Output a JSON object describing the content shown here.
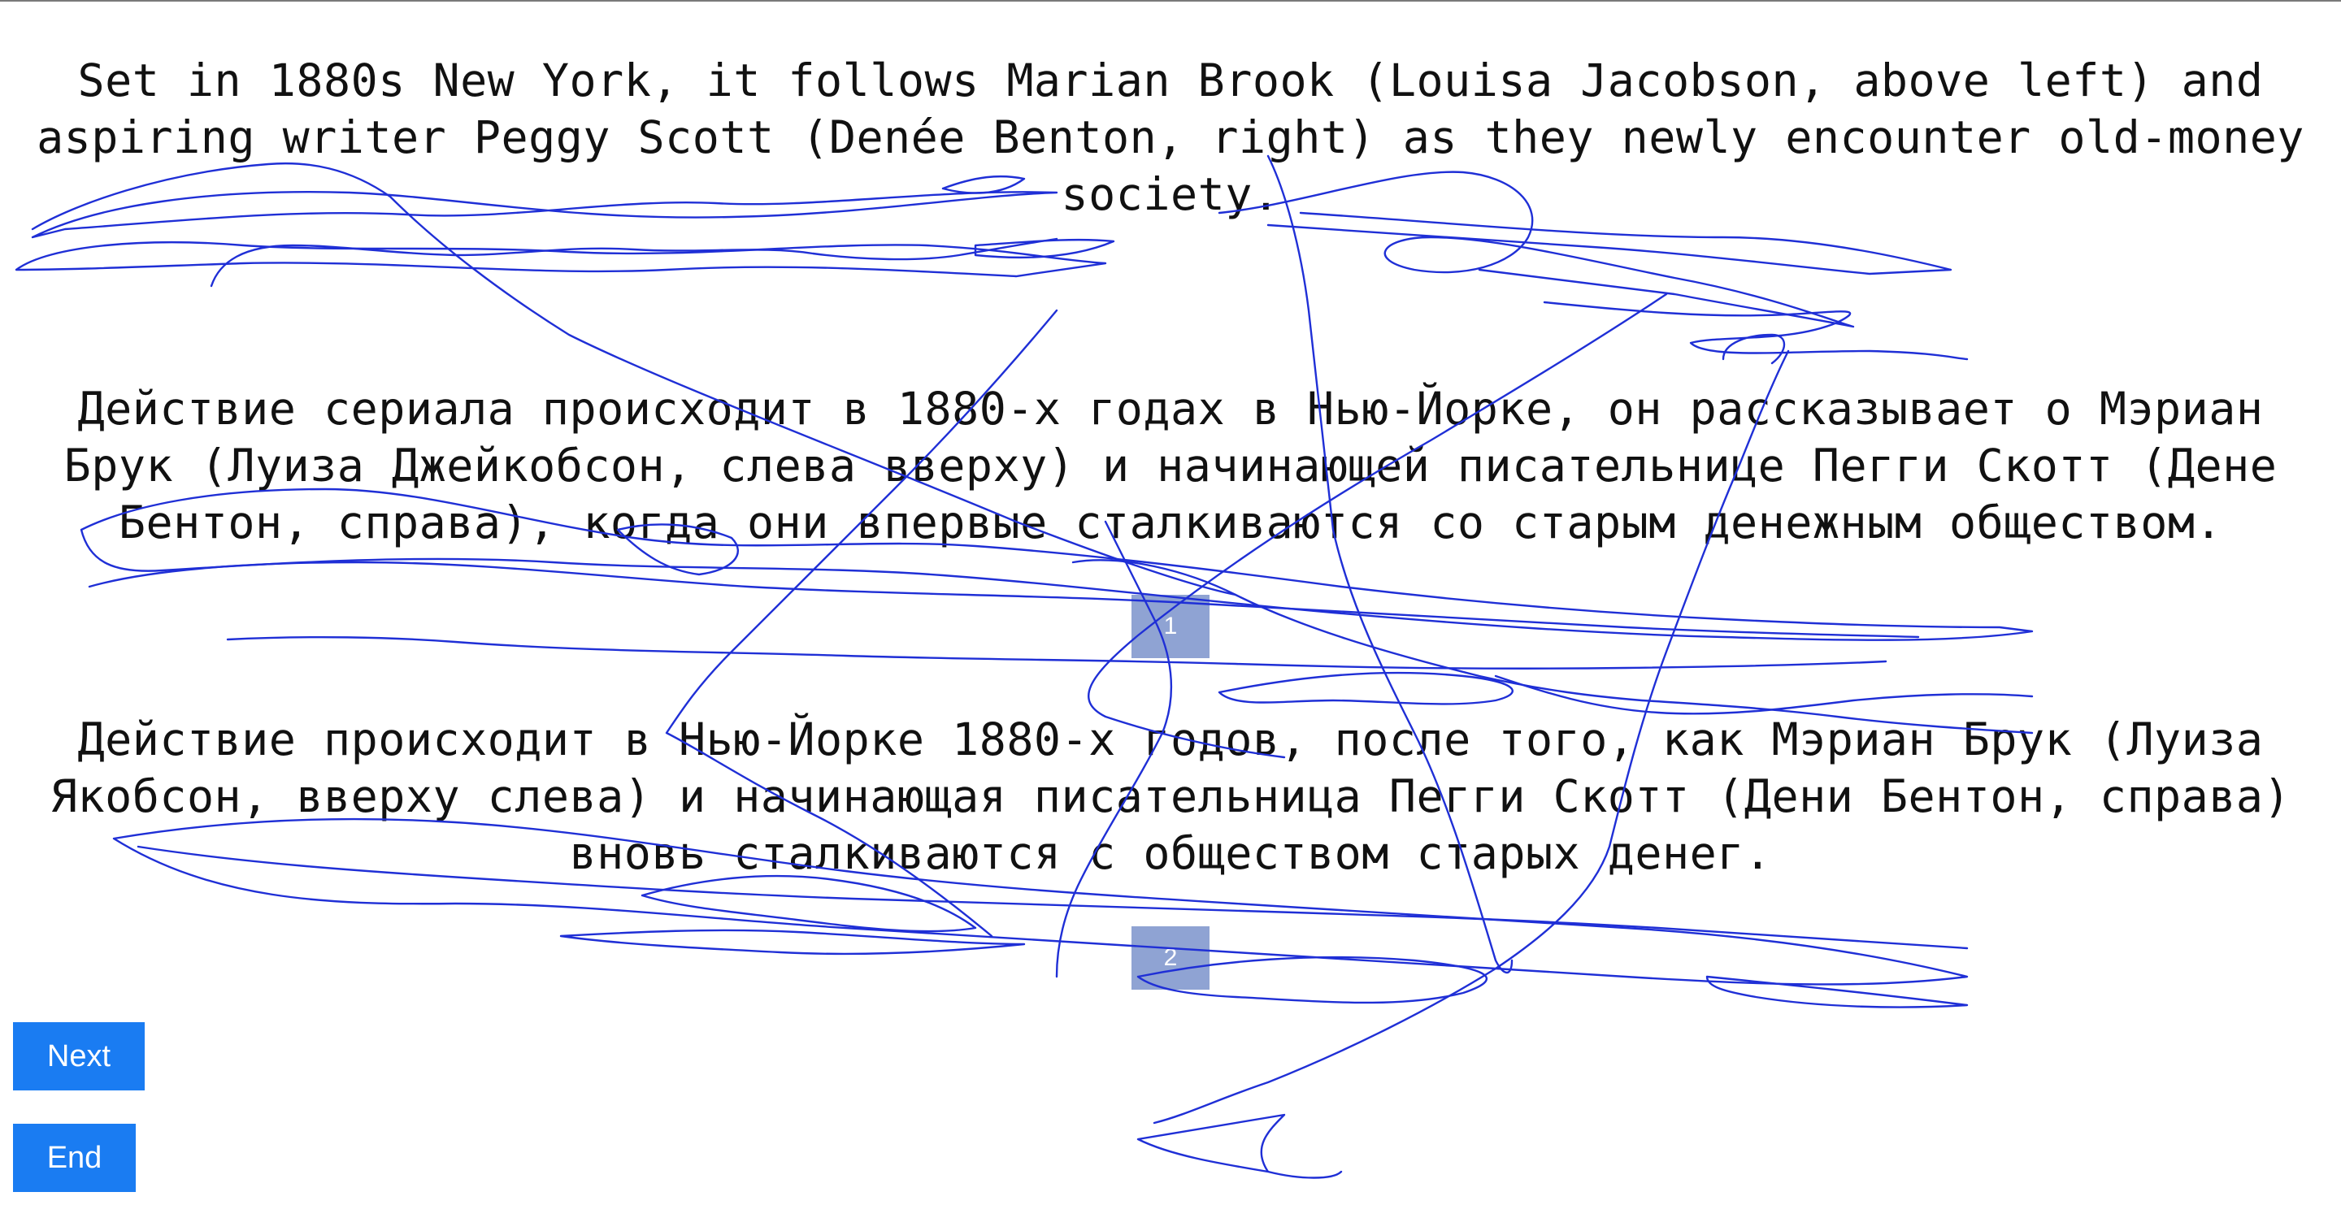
{
  "source": {
    "text": "Set in 1880s New York, it follows Marian Brook (Louisa Jacobson, above left) and aspiring writer Peggy Scott (Denée Benton, right) as they newly encounter old-money society."
  },
  "translations": [
    {
      "text": "Действие сериала происходит в 1880-х годах в Нью-Йорке, он рассказывает о Мэриан Брук (Луиза Джейкобсон, слева вверху) и начинающей писательнице Пегги Скотт (Дене Бентон, справа), когда они впервые сталкиваются со старым денежным обществом.",
      "badge": "1"
    },
    {
      "text": "Действие происходит в Нью-Йорке 1880-х годов, после того, как Мэриан Брук (Луиза Якобсон, вверху слева) и начинающая писательница Пегги Скотт (Дени Бентон, справа) вновь сталкиваются с обществом старых денег.",
      "badge": "2"
    }
  ],
  "buttons": {
    "next_label": "Next",
    "end_label": "End"
  },
  "colors": {
    "button": "#1a7cf2",
    "badge": "#8fa3d3",
    "scribble": "#1f2fd6"
  }
}
